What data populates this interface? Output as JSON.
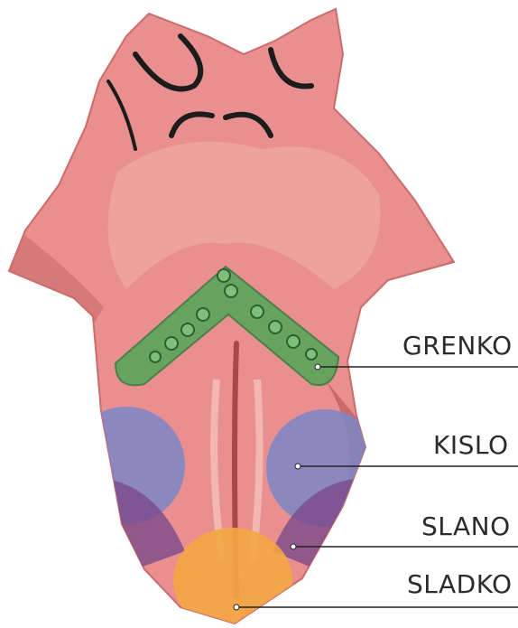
{
  "labels": {
    "bitter": "GRENKO",
    "sour": "KISLO",
    "salty": "SLANO",
    "sweet": "SLADKO"
  },
  "colors": {
    "tongue": "#e98f8f",
    "tongue_dark": "#c96c6a",
    "tongue_light": "#f3b2a8",
    "bitter_zone": "#5aa55c",
    "sour_zone": "#7d86c9",
    "salty_zone": "#7b4a8a",
    "sweet_zone": "#f3a742",
    "leader_line": "#222222"
  }
}
